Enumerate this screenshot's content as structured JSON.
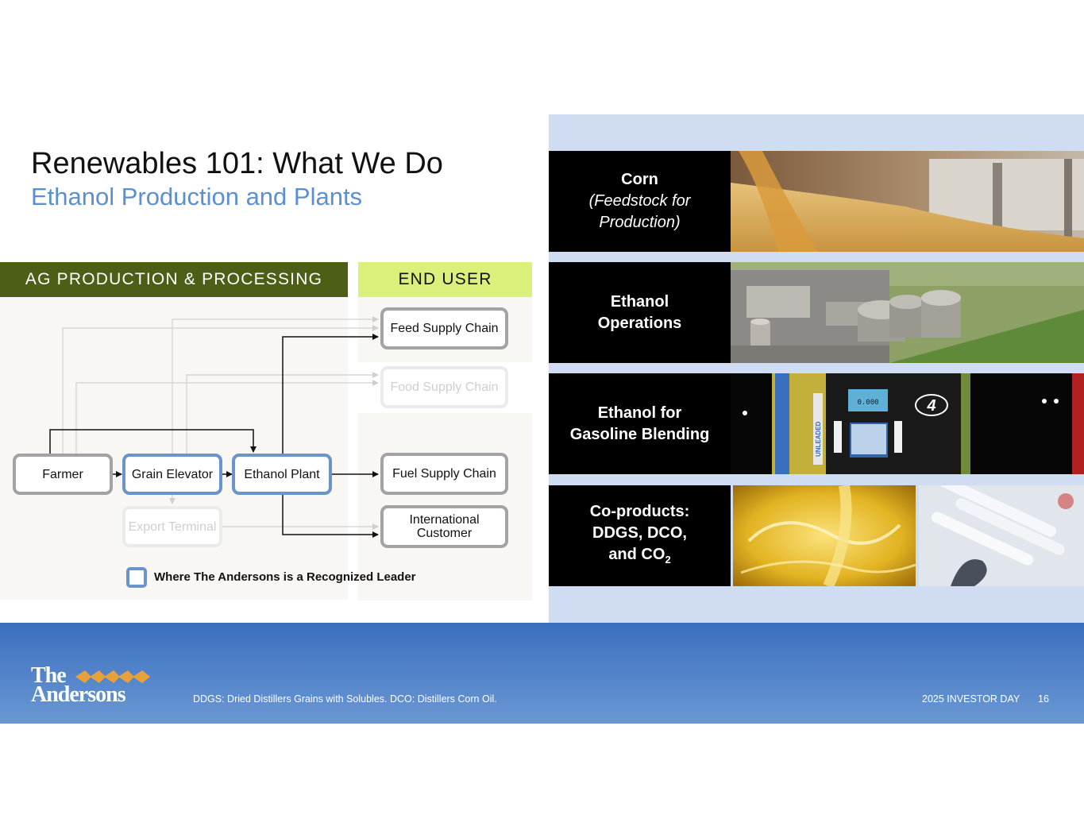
{
  "slide": {
    "title": "Renewables 101: What We Do",
    "subtitle": "Ethanol Production and Plants"
  },
  "diagram": {
    "headers": {
      "ag": "AG PRODUCTION & PROCESSING",
      "end_user": "END USER"
    },
    "nodes": {
      "farmer": "Farmer",
      "grain_elevator": "Grain Elevator",
      "ethanol_plant": "Ethanol Plant",
      "export_terminal": "Export Terminal",
      "feed_supply_chain": "Feed Supply Chain",
      "food_supply_chain": "Food Supply Chain",
      "fuel_supply_chain": "Fuel Supply Chain",
      "international_customer_line1": "International",
      "international_customer_line2": "Customer"
    },
    "legend": "Where The Andersons is a Recognized Leader",
    "colors": {
      "ag_header": "#4d5e16",
      "end_header": "#d9f07a",
      "leader_border": "#6b93cc",
      "node_border": "#a3a3a3"
    }
  },
  "panels": {
    "corn": {
      "title": "Corn",
      "subtitle_line1": "(Feedstock for",
      "subtitle_line2": "Production)"
    },
    "operations": {
      "line1": "Ethanol",
      "line2": "Operations"
    },
    "blending": {
      "line1": "Ethanol for",
      "line2": "Gasoline Blending"
    },
    "coproducts": {
      "line1": "Co-products:",
      "line2": "DDGS, DCO,",
      "line3_prefix": "and CO",
      "line3_sub": "2"
    },
    "pump_number": "4",
    "pump_display": "0.000",
    "pump_unleaded": "UNLEADED"
  },
  "footer": {
    "logo_line1": "The",
    "logo_line2": "Andersons",
    "footnote": "DDGS: Dried Distillers Grains with Solubles. DCO: Distillers Corn Oil.",
    "event": "2025 INVESTOR DAY",
    "page": "16"
  }
}
